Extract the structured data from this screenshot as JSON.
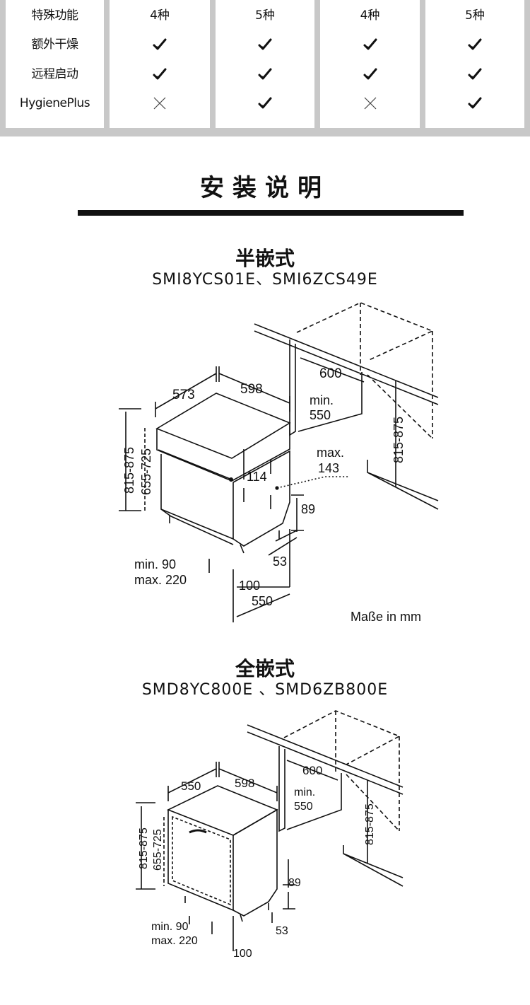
{
  "table": {
    "rows": [
      {
        "label": "特殊功能",
        "cells": [
          {
            "type": "text",
            "value": "4种"
          },
          {
            "type": "text",
            "value": "5种"
          },
          {
            "type": "text",
            "value": "4种"
          },
          {
            "type": "text",
            "value": "5种"
          }
        ]
      },
      {
        "label": "额外干燥",
        "cells": [
          {
            "type": "check"
          },
          {
            "type": "check"
          },
          {
            "type": "check"
          },
          {
            "type": "check"
          }
        ]
      },
      {
        "label": "远程启动",
        "cells": [
          {
            "type": "check"
          },
          {
            "type": "check"
          },
          {
            "type": "check"
          },
          {
            "type": "check"
          }
        ]
      },
      {
        "label": "HygienePlus",
        "cells": [
          {
            "type": "cross"
          },
          {
            "type": "check"
          },
          {
            "type": "cross"
          },
          {
            "type": "check"
          }
        ]
      }
    ],
    "icons": {
      "check": "check-icon",
      "cross": "cross-icon"
    }
  },
  "section": {
    "title": "安装说明"
  },
  "semi": {
    "title": "半嵌式",
    "models": "SMI8YCS01E、SMI6ZCS49E",
    "dims": {
      "depth": "573",
      "width": "598",
      "niche_width": "600",
      "niche_min_label": "min.",
      "niche_min": "550",
      "height_range": "815-875",
      "inner_range": "655-725",
      "niche_height": "815-875",
      "panel": "114",
      "max_label": "max.",
      "max_value": "143",
      "toe": "89",
      "foot_min": "min. 90",
      "foot_max": "max. 220",
      "foot_depth": "53",
      "plinth": "100",
      "base_depth": "550"
    },
    "units": "Maße in mm"
  },
  "full": {
    "title": "全嵌式",
    "models": "SMD8YC800E 、SMD6ZB800E",
    "dims": {
      "depth": "550",
      "width": "598",
      "niche_width": "600",
      "niche_min_label": "min.",
      "niche_min": "550",
      "height_range": "815-875",
      "inner_range": "655-725",
      "niche_height": "815-875",
      "toe": "89",
      "foot_min": "min. 90",
      "foot_max": "max. 220",
      "foot_depth": "53",
      "plinth": "100"
    }
  }
}
